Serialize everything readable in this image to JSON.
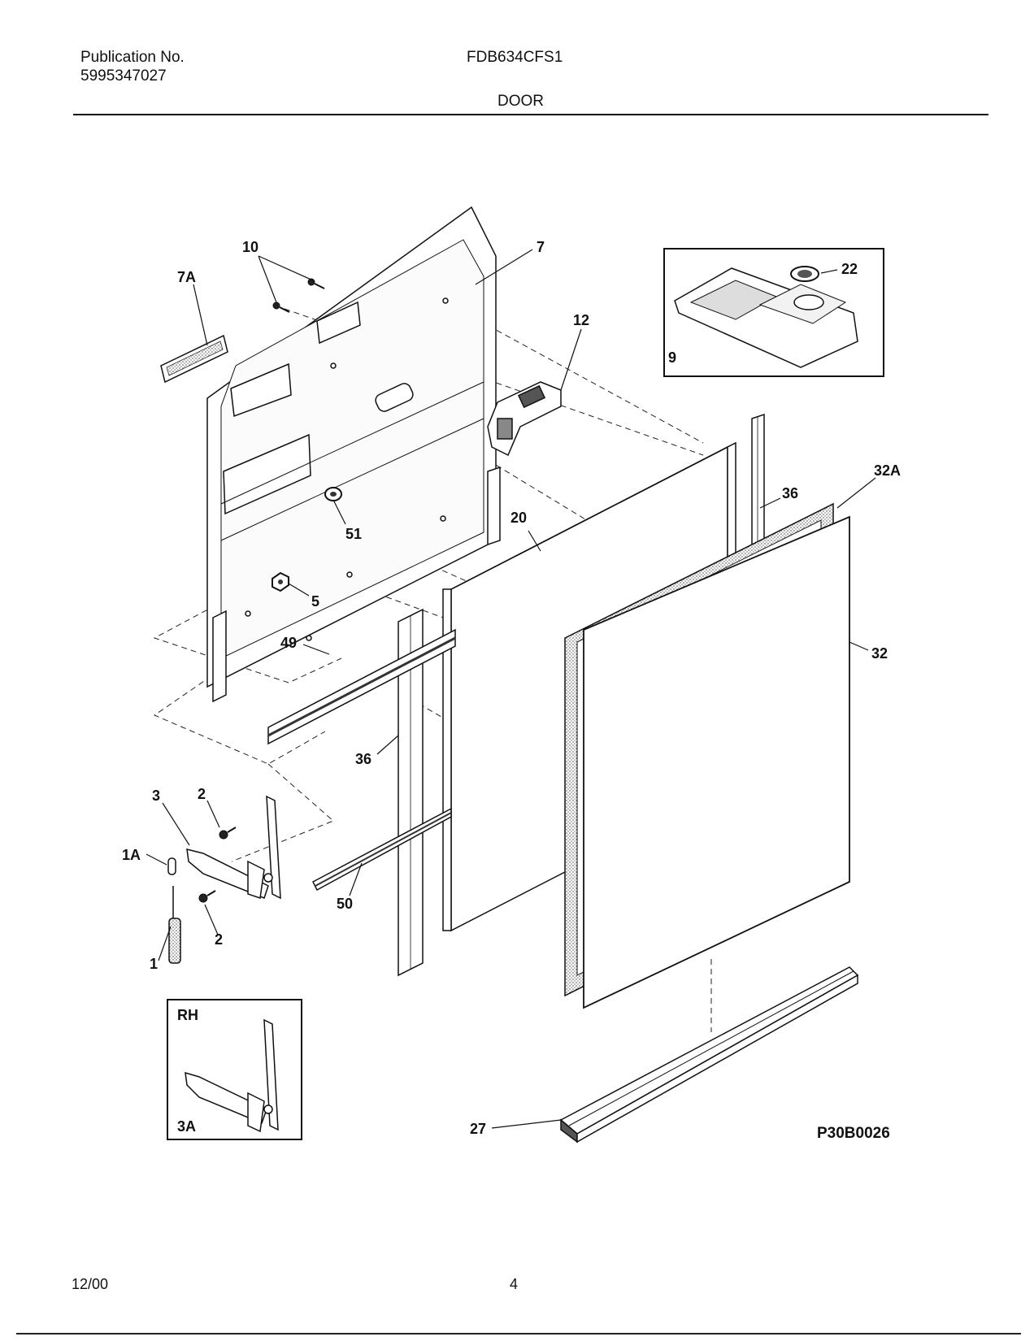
{
  "header": {
    "publication_label": "Publication No.",
    "publication_number": "5995347027",
    "model": "FDB634CFS1",
    "section": "DOOR"
  },
  "diagram": {
    "drawing_code": "P30B0026",
    "callouts": {
      "c10": "10",
      "c7": "7",
      "c7a": "7A",
      "c12": "12",
      "c22": "22",
      "c9": "9",
      "c32a": "32A",
      "c36_top": "36",
      "c20": "20",
      "c51": "51",
      "c5": "5",
      "c32": "32",
      "c49": "49",
      "c36_bottom": "36",
      "c3": "3",
      "c2_top": "2",
      "c1a": "1A",
      "c50": "50",
      "c2_bottom": "2",
      "c1": "1",
      "c27": "27",
      "inset_rh": "RH",
      "inset_3a": "3A"
    }
  },
  "footer": {
    "date": "12/00",
    "page": "4"
  }
}
